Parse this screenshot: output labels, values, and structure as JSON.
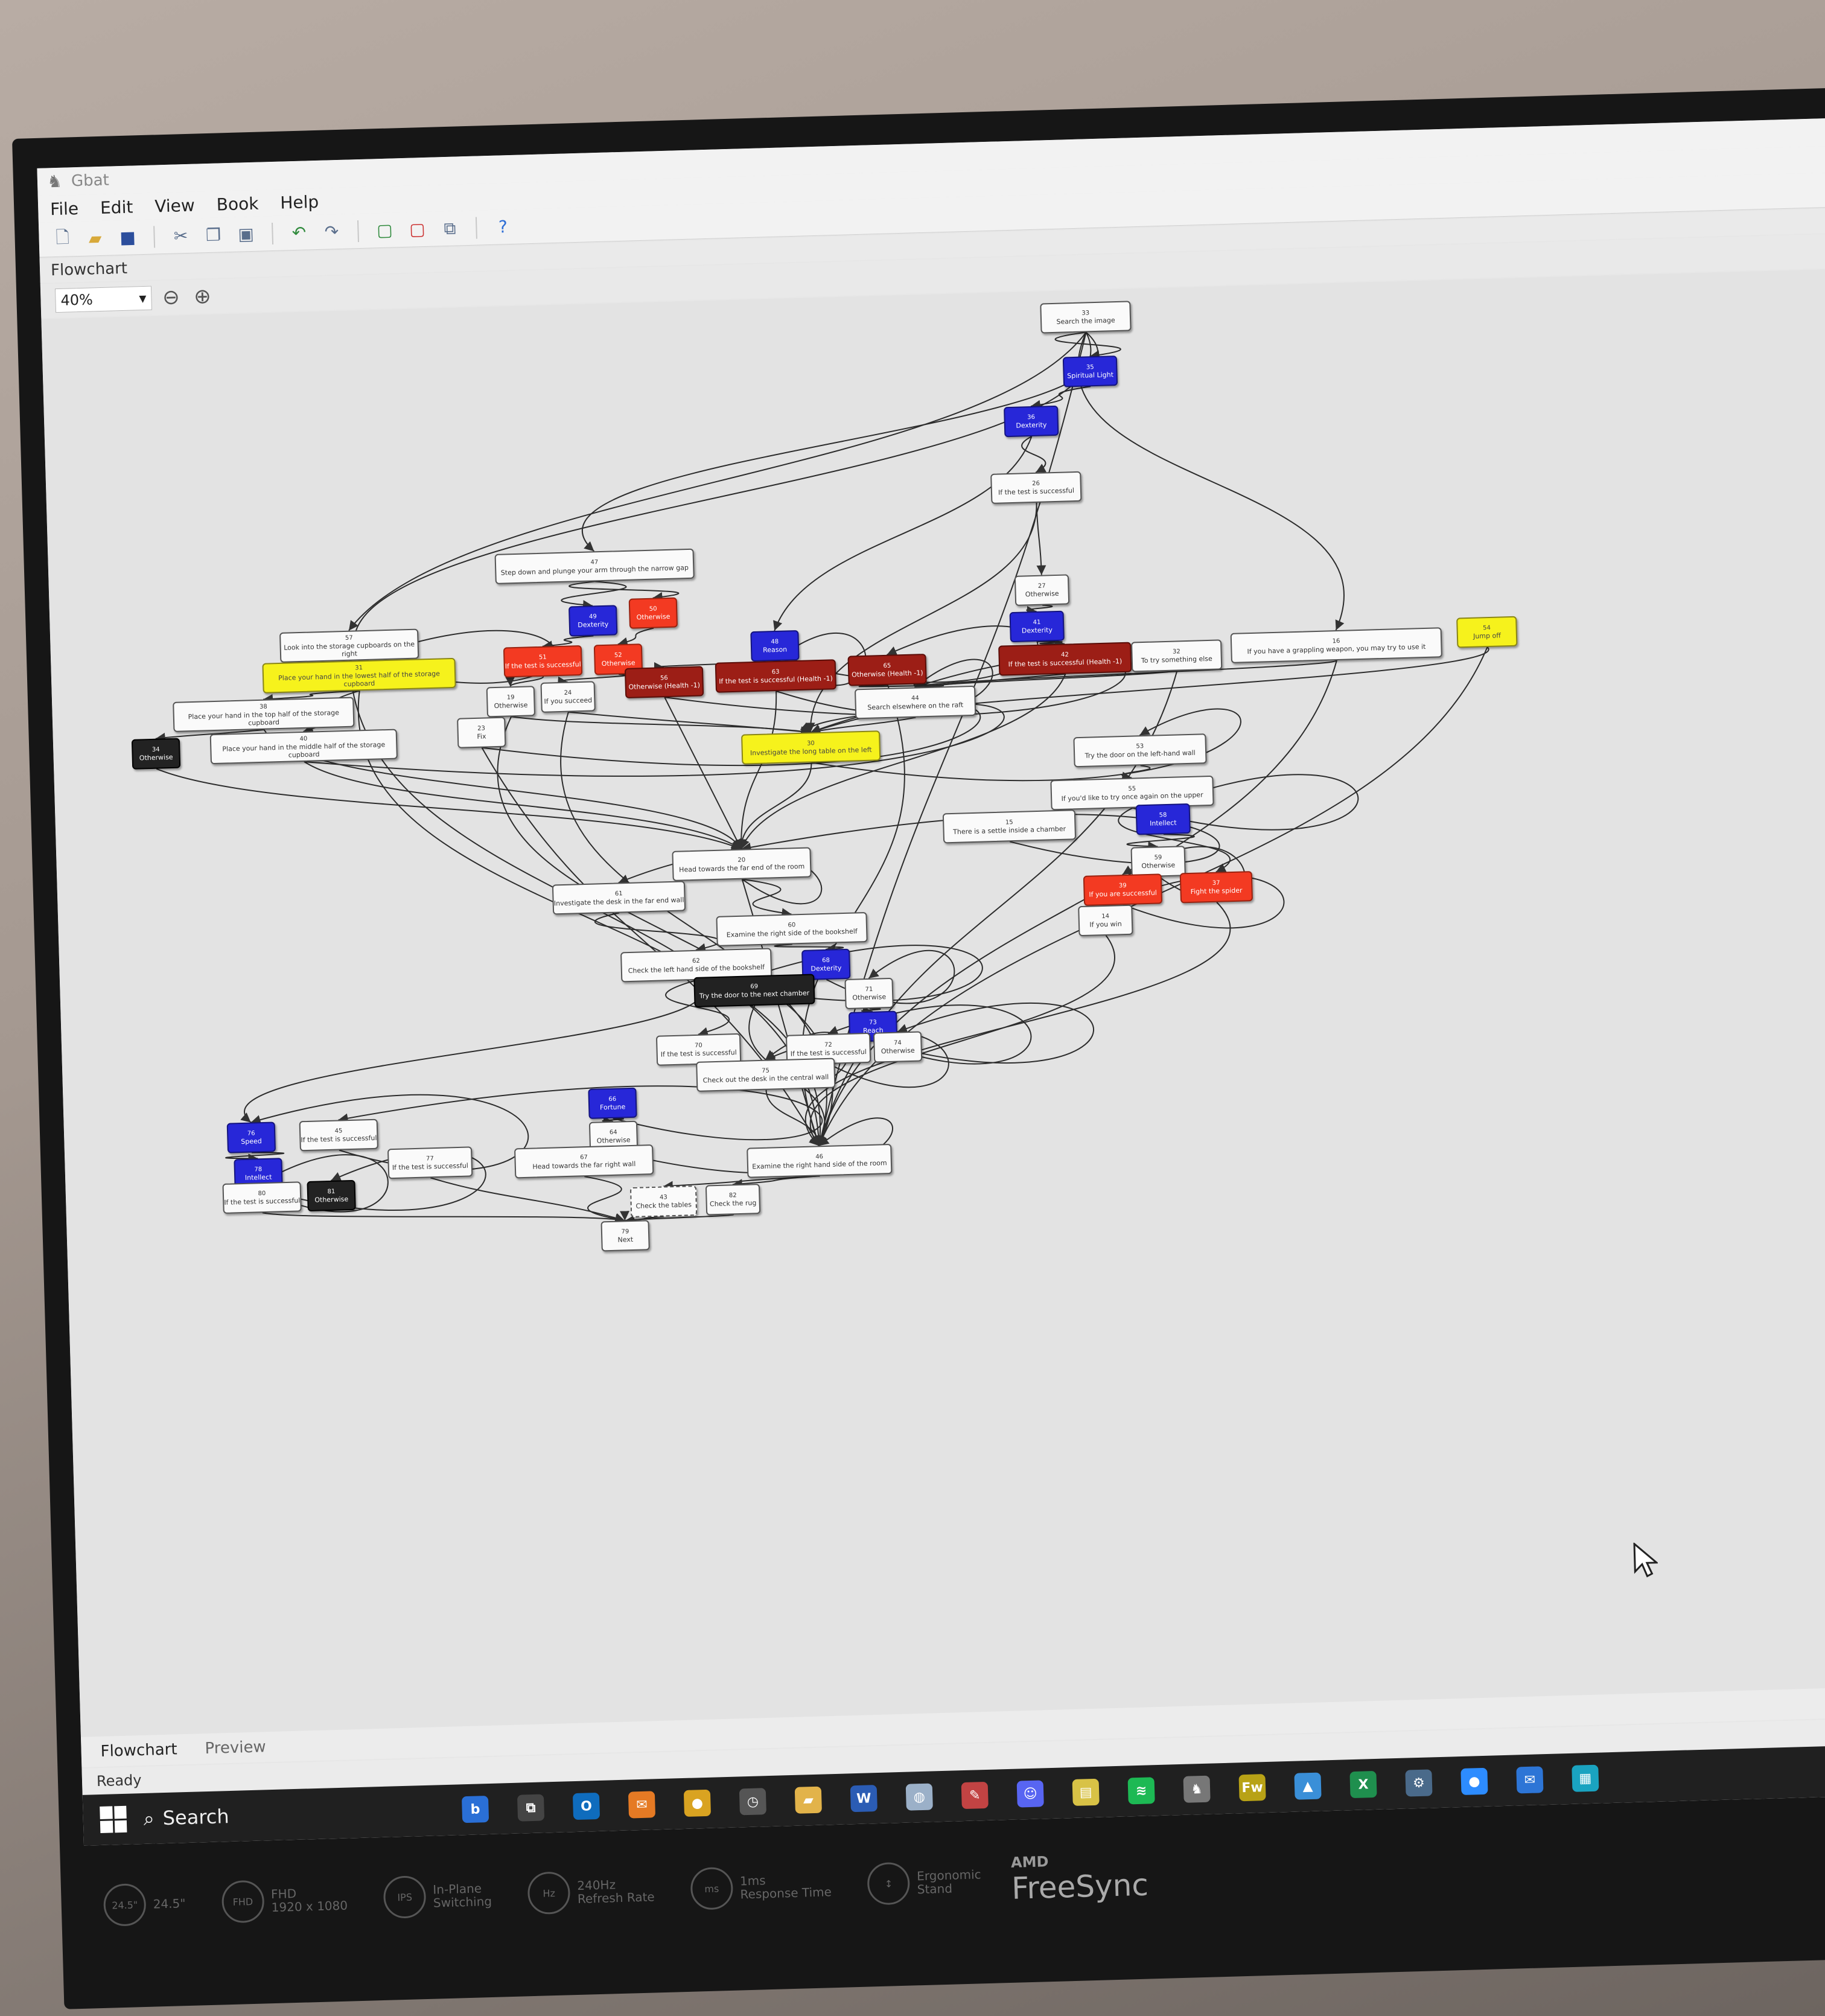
{
  "window": {
    "app_title": "Gbat",
    "menu": [
      "File",
      "Edit",
      "View",
      "Book",
      "Help"
    ],
    "panel_title": "Flowchart",
    "zoom_level": "40%",
    "bottom_tabs": [
      "Flowchart",
      "Preview"
    ],
    "status": "Ready"
  },
  "taskbar": {
    "search_label": "Search",
    "apps": [
      {
        "name": "bing",
        "glyph": "b",
        "color": "#2a6fd6"
      },
      {
        "name": "task-view",
        "glyph": "⧉",
        "color": "#444"
      },
      {
        "name": "outlook",
        "glyph": "O",
        "color": "#0f6cbd"
      },
      {
        "name": "mail",
        "glyph": "✉",
        "color": "#e57a24"
      },
      {
        "name": "chrome",
        "glyph": "●",
        "color": "#d9a321"
      },
      {
        "name": "clock",
        "glyph": "◷",
        "color": "#555"
      },
      {
        "name": "file-explorer",
        "glyph": "▰",
        "color": "#e2b34a"
      },
      {
        "name": "word",
        "glyph": "W",
        "color": "#2b5cb4"
      },
      {
        "name": "browser",
        "glyph": "◍",
        "color": "#9bb0c8"
      },
      {
        "name": "paint",
        "glyph": "✎",
        "color": "#c24343"
      },
      {
        "name": "discord",
        "glyph": "☺",
        "color": "#5865f2"
      },
      {
        "name": "notes",
        "glyph": "▤",
        "color": "#d8c246"
      },
      {
        "name": "spotify",
        "glyph": "≋",
        "color": "#1db954"
      },
      {
        "name": "gbat",
        "glyph": "♞",
        "color": "#777"
      },
      {
        "name": "fireworks",
        "glyph": "Fw",
        "color": "#b8a216"
      },
      {
        "name": "photos",
        "glyph": "▲",
        "color": "#3a8fd8"
      },
      {
        "name": "excel",
        "glyph": "X",
        "color": "#1f8f4e"
      },
      {
        "name": "steam",
        "glyph": "⚙",
        "color": "#4a6a8a"
      },
      {
        "name": "zoom",
        "glyph": "●",
        "color": "#2d8cff"
      },
      {
        "name": "mail-app",
        "glyph": "✉",
        "color": "#2d75d6"
      },
      {
        "name": "store",
        "glyph": "▦",
        "color": "#1aa3c0"
      }
    ]
  },
  "bezel": {
    "items": [
      {
        "icon": "24.5\"",
        "line1": "24.5\"",
        "line2": ""
      },
      {
        "icon": "FHD",
        "line1": "FHD",
        "line2": "1920 x 1080"
      },
      {
        "icon": "IPS",
        "line1": "In-Plane",
        "line2": "Switching"
      },
      {
        "icon": "Hz",
        "line1": "240Hz",
        "line2": "Refresh Rate"
      },
      {
        "icon": "ms",
        "line1": "1ms",
        "line2": "Response Time"
      },
      {
        "icon": "↕",
        "line1": "Ergonomic",
        "line2": "Stand"
      }
    ],
    "brand": "AMD",
    "product": "FreeSync"
  },
  "nodes": [
    {
      "id": "n33",
      "num": "33",
      "label": "Search the image",
      "color": "white"
    },
    {
      "id": "n35",
      "num": "35",
      "label": "Spiritual Light",
      "color": "blue"
    },
    {
      "id": "n36",
      "num": "36",
      "label": "Dexterity",
      "color": "blue"
    },
    {
      "id": "n26",
      "num": "26",
      "label": "If the test is successful",
      "color": "white"
    },
    {
      "id": "n47",
      "num": "47",
      "label": "Step down and plunge your arm through the narrow gap",
      "color": "white"
    },
    {
      "id": "n27",
      "num": "27",
      "label": "Otherwise",
      "color": "white"
    },
    {
      "id": "n49",
      "num": "49",
      "label": "Dexterity",
      "color": "blue"
    },
    {
      "id": "n50",
      "num": "50",
      "label": "Otherwise",
      "color": "red"
    },
    {
      "id": "n41",
      "num": "41",
      "label": "Dexterity",
      "color": "blue"
    },
    {
      "id": "n57",
      "num": "57",
      "label": "Look into the storage cupboards on the right",
      "color": "white"
    },
    {
      "id": "n48",
      "num": "48",
      "label": "Reason",
      "color": "blue"
    },
    {
      "id": "n51",
      "num": "51",
      "label": "If the test is successful",
      "color": "red"
    },
    {
      "id": "n52",
      "num": "52",
      "label": "Otherwise",
      "color": "red"
    },
    {
      "id": "n31",
      "num": "31",
      "label": "Place your hand in the lowest half of the storage cupboard",
      "color": "yellow"
    },
    {
      "id": "n56",
      "num": "56",
      "label": "Otherwise (Health -1)",
      "color": "darkred"
    },
    {
      "id": "n63",
      "num": "63",
      "label": "If the test is successful (Health -1)",
      "color": "darkred"
    },
    {
      "id": "n65",
      "num": "65",
      "label": "Otherwise (Health -1)",
      "color": "darkred"
    },
    {
      "id": "n42",
      "num": "42",
      "label": "If the test is successful (Health -1)",
      "color": "darkred"
    },
    {
      "id": "n32",
      "num": "32",
      "label": "To try something else",
      "color": "white"
    },
    {
      "id": "n16",
      "num": "16",
      "label": "If you have a grappling weapon, you may try to use it",
      "color": "white"
    },
    {
      "id": "n54",
      "num": "54",
      "label": "Jump off",
      "color": "yellow"
    },
    {
      "id": "n38",
      "num": "38",
      "label": "Place your hand in the top half of the storage cupboard",
      "color": "white"
    },
    {
      "id": "n19",
      "num": "19",
      "label": "Otherwise",
      "color": "white"
    },
    {
      "id": "n24",
      "num": "24",
      "label": "If you succeed",
      "color": "white"
    },
    {
      "id": "n44",
      "num": "44",
      "label": "Search elsewhere on the raft",
      "color": "white"
    },
    {
      "id": "n34",
      "num": "34",
      "label": "Otherwise",
      "color": "black"
    },
    {
      "id": "n40",
      "num": "40",
      "label": "Place your hand in the middle half of the storage cupboard",
      "color": "white"
    },
    {
      "id": "n23",
      "num": "23",
      "label": "Fix",
      "color": "white"
    },
    {
      "id": "n30",
      "num": "30",
      "label": "Investigate the long table on the left",
      "color": "yellow"
    },
    {
      "id": "n53",
      "num": "53",
      "label": "Try the door on the left-hand wall",
      "color": "white"
    },
    {
      "id": "n55",
      "num": "55",
      "label": "If you'd like to try once again on the upper",
      "color": "white"
    },
    {
      "id": "n15",
      "num": "15",
      "label": "There is a settle inside a chamber",
      "color": "white"
    },
    {
      "id": "n58",
      "num": "58",
      "label": "Intellect",
      "color": "blue"
    },
    {
      "id": "n59",
      "num": "59",
      "label": "Otherwise",
      "color": "white"
    },
    {
      "id": "n20",
      "num": "20",
      "label": "Head towards the far end of the room",
      "color": "white"
    },
    {
      "id": "n61",
      "num": "61",
      "label": "Investigate the desk in the far end wall",
      "color": "white"
    },
    {
      "id": "n39",
      "num": "39",
      "label": "If you are successful",
      "color": "red"
    },
    {
      "id": "n37",
      "num": "37",
      "label": "Fight the spider",
      "color": "red"
    },
    {
      "id": "n14",
      "num": "14",
      "label": "If you win",
      "color": "white"
    },
    {
      "id": "n60",
      "num": "60",
      "label": "Examine the right side of the bookshelf",
      "color": "white"
    },
    {
      "id": "n62",
      "num": "62",
      "label": "Check the left hand side of the bookshelf",
      "color": "white"
    },
    {
      "id": "n68",
      "num": "68",
      "label": "Dexterity",
      "color": "blue"
    },
    {
      "id": "n69",
      "num": "69",
      "label": "Try the door to the next chamber",
      "color": "black"
    },
    {
      "id": "n71",
      "num": "71",
      "label": "Otherwise",
      "color": "white"
    },
    {
      "id": "n73",
      "num": "73",
      "label": "Reach",
      "color": "blue"
    },
    {
      "id": "n70",
      "num": "70",
      "label": "If the test is successful",
      "color": "white"
    },
    {
      "id": "n72",
      "num": "72",
      "label": "If the test is successful",
      "color": "white"
    },
    {
      "id": "n74",
      "num": "74",
      "label": "Otherwise",
      "color": "white"
    },
    {
      "id": "n75",
      "num": "75",
      "label": "Check out the desk in the central wall",
      "color": "white"
    },
    {
      "id": "n66",
      "num": "66",
      "label": "Fortune",
      "color": "blue"
    },
    {
      "id": "n76",
      "num": "76",
      "label": "Speed",
      "color": "blue"
    },
    {
      "id": "n45",
      "num": "45",
      "label": "If the test is successful",
      "color": "white"
    },
    {
      "id": "n64",
      "num": "64",
      "label": "Otherwise",
      "color": "white"
    },
    {
      "id": "n78",
      "num": "78",
      "label": "Intellect",
      "color": "blue"
    },
    {
      "id": "n77",
      "num": "77",
      "label": "If the test is successful",
      "color": "white"
    },
    {
      "id": "n67",
      "num": "67",
      "label": "Head towards the far right wall",
      "color": "white"
    },
    {
      "id": "n46",
      "num": "46",
      "label": "Examine the right hand side of the room",
      "color": "white"
    },
    {
      "id": "n80",
      "num": "80",
      "label": "If the test is successful",
      "color": "white"
    },
    {
      "id": "n81",
      "num": "81",
      "label": "Otherwise",
      "color": "black"
    },
    {
      "id": "n43",
      "num": "43",
      "label": "Check the tables",
      "color": "white"
    },
    {
      "id": "n82",
      "num": "82",
      "label": "Check the rug",
      "color": "white"
    },
    {
      "id": "n79",
      "num": "79",
      "label": "Next",
      "color": "white"
    }
  ]
}
